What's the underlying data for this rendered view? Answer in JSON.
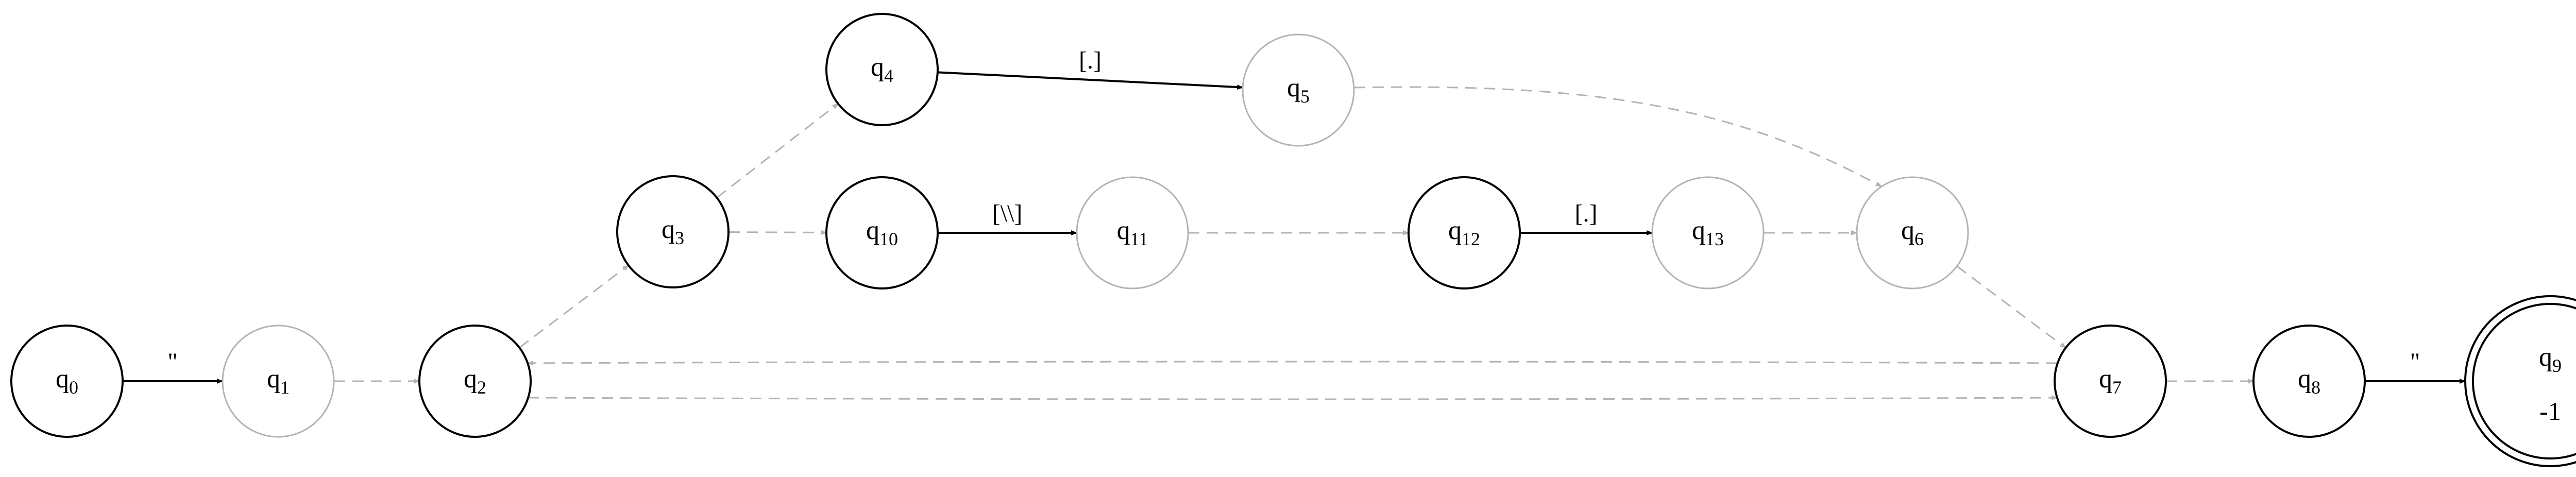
{
  "diagram": {
    "colors": {
      "active": "#000000",
      "inactive": "#b3b3b3",
      "background": "#ffffff"
    },
    "states": [
      {
        "id": "q0",
        "base": "q",
        "index": "0",
        "style": "active"
      },
      {
        "id": "q1",
        "base": "q",
        "index": "1",
        "style": "inactive"
      },
      {
        "id": "q2",
        "base": "q",
        "index": "2",
        "style": "active"
      },
      {
        "id": "q3",
        "base": "q",
        "index": "3",
        "style": "active"
      },
      {
        "id": "q4",
        "base": "q",
        "index": "4",
        "style": "active"
      },
      {
        "id": "q5",
        "base": "q",
        "index": "5",
        "style": "inactive"
      },
      {
        "id": "q10",
        "base": "q",
        "index": "10",
        "style": "active"
      },
      {
        "id": "q11",
        "base": "q",
        "index": "11",
        "style": "inactive"
      },
      {
        "id": "q12",
        "base": "q",
        "index": "12",
        "style": "active"
      },
      {
        "id": "q13",
        "base": "q",
        "index": "13",
        "style": "inactive"
      },
      {
        "id": "q6",
        "base": "q",
        "index": "6",
        "style": "inactive"
      },
      {
        "id": "q7",
        "base": "q",
        "index": "7",
        "style": "active"
      },
      {
        "id": "q8",
        "base": "q",
        "index": "8",
        "style": "active"
      },
      {
        "id": "q9",
        "base": "q",
        "index": "9",
        "style": "active",
        "final": true,
        "extra": "-1"
      }
    ],
    "edges": [
      {
        "from": "q0",
        "to": "q1",
        "label": "\"",
        "style": "solid"
      },
      {
        "from": "q1",
        "to": "q2",
        "label": "",
        "style": "dashed"
      },
      {
        "from": "q2",
        "to": "q3",
        "label": "",
        "style": "dashed"
      },
      {
        "from": "q3",
        "to": "q4",
        "label": "",
        "style": "dashed"
      },
      {
        "from": "q4",
        "to": "q5",
        "label": "[.]",
        "style": "solid"
      },
      {
        "from": "q5",
        "to": "q6",
        "label": "",
        "style": "dashed"
      },
      {
        "from": "q3",
        "to": "q10",
        "label": "",
        "style": "dashed"
      },
      {
        "from": "q10",
        "to": "q11",
        "label": "[\\\\]",
        "style": "solid"
      },
      {
        "from": "q11",
        "to": "q12",
        "label": "",
        "style": "dashed"
      },
      {
        "from": "q12",
        "to": "q13",
        "label": "[.]",
        "style": "solid"
      },
      {
        "from": "q13",
        "to": "q6",
        "label": "",
        "style": "dashed"
      },
      {
        "from": "q6",
        "to": "q7",
        "label": "",
        "style": "dashed"
      },
      {
        "from": "q7",
        "to": "q2",
        "label": "",
        "style": "dashed"
      },
      {
        "from": "q2",
        "to": "q7",
        "label": "",
        "style": "dashed"
      },
      {
        "from": "q7",
        "to": "q8",
        "label": "",
        "style": "dashed"
      },
      {
        "from": "q8",
        "to": "q9",
        "label": "\"",
        "style": "solid"
      }
    ]
  }
}
